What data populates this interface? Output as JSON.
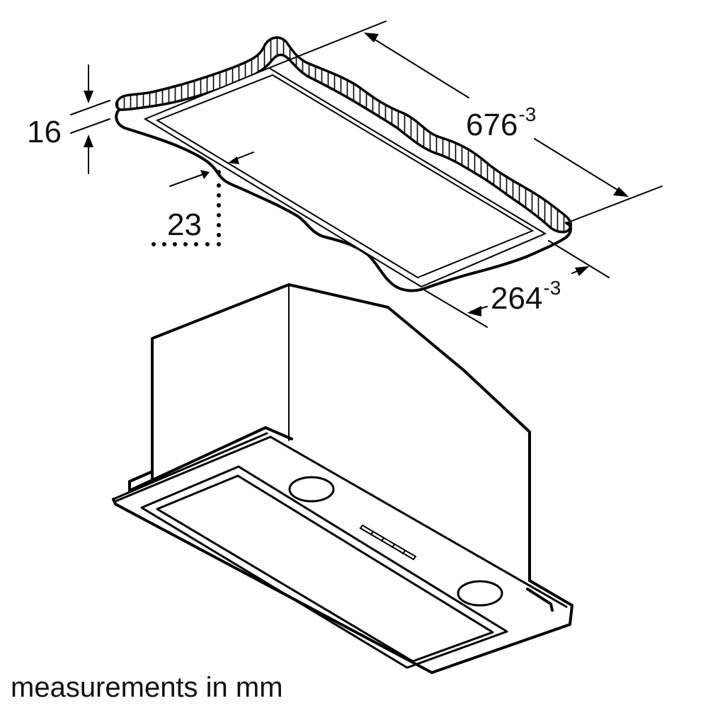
{
  "diagram": {
    "type": "technical-dimension-drawing",
    "subject": "built-in cooker hood with ceiling/cabinet cutout",
    "dimensions": {
      "thickness": {
        "value": "16",
        "unit": "mm"
      },
      "edge_offset": {
        "value": "23",
        "unit": "mm"
      },
      "cutout_length": {
        "value": "676",
        "tolerance": "-3",
        "unit": "mm"
      },
      "cutout_width": {
        "value": "264",
        "tolerance": "-3",
        "unit": "mm"
      }
    },
    "parts": {
      "cutout_panel": "cabinet base cutout (hatched cross-section edge)",
      "hood_unit": "built-in hood with housing, filter panel, 2 lights and control strip"
    },
    "controls_strip_buttons": 4,
    "lights": 2,
    "caption": "measurements in mm",
    "colors": {
      "line": "#000000",
      "background": "#ffffff"
    }
  }
}
